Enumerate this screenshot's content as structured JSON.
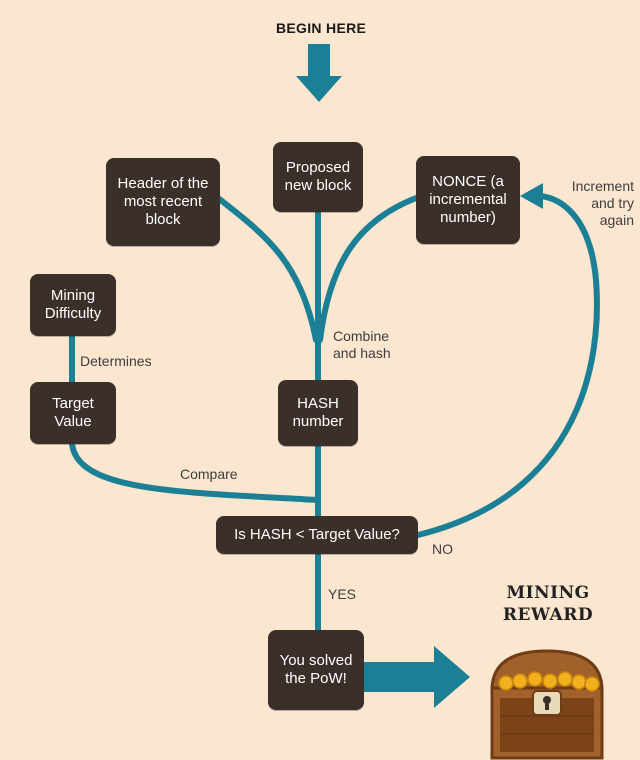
{
  "title": "BEGIN HERE",
  "nodes": {
    "header_block": "Header of the\nmost recent\nblock",
    "proposed_block": "Proposed\nnew block",
    "nonce": "NONCE (a\nincremental\nnumber)",
    "mining_difficulty": "Mining\nDifficulty",
    "target_value": "Target\nValue",
    "hash_number": "HASH\nnumber",
    "decision": "Is HASH < Target Value?",
    "solved": "You solved\nthe PoW!"
  },
  "edge_labels": {
    "determines": "Determines",
    "combine": "Combine\nand hash",
    "compare": "Compare",
    "increment": "Increment\nand try\nagain",
    "no": "NO",
    "yes": "YES"
  },
  "reward_label": "MINING\nREWARD",
  "colors": {
    "background": "#fbe6cf",
    "box": "#3b2f2a",
    "connector": "#1b8096",
    "chest": "#a0612a",
    "coin": "#f2b01e"
  }
}
